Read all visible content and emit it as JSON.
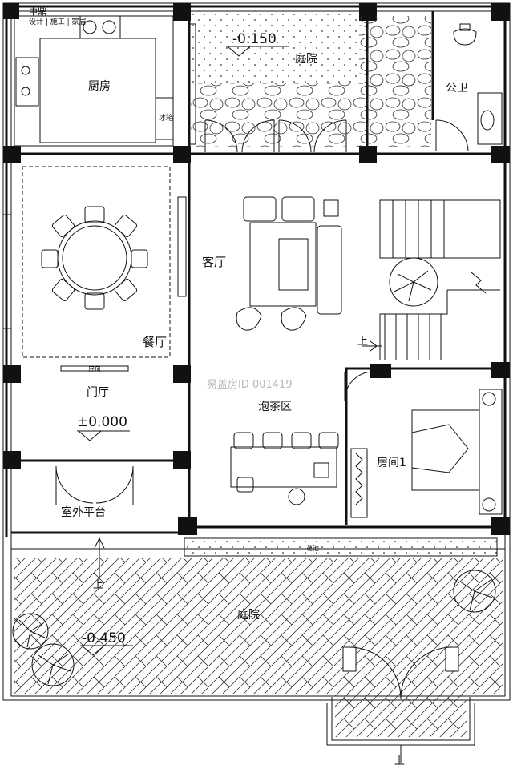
{
  "header": {
    "company": "中鼎",
    "tagline": "设计 | 施工 | 家居"
  },
  "rooms": {
    "kitchen": "厨房",
    "fridge": "冰箱",
    "courtyard_north": "庭院",
    "public_wc": "公卫",
    "living_room": "客厅",
    "dining_room": "餐厅",
    "screen": "屏风",
    "foyer": "门厅",
    "tea_area": "泡茶区",
    "bedroom_1": "房间1",
    "outdoor_platform": "室外平台",
    "flower_bed": "花池",
    "courtyard_south": "庭院"
  },
  "levels": {
    "north_courtyard": "-0.150",
    "foyer": "±0.000",
    "south_courtyard": "-0.450"
  },
  "arrows": {
    "stair_up": "上",
    "platform_up": "上",
    "gate_up": "上"
  },
  "watermark": "易盖房ID 001419",
  "colors": {
    "line": "#111111",
    "column": "#111111",
    "pattern": "#333333",
    "watermark": "#b8b8b8"
  }
}
